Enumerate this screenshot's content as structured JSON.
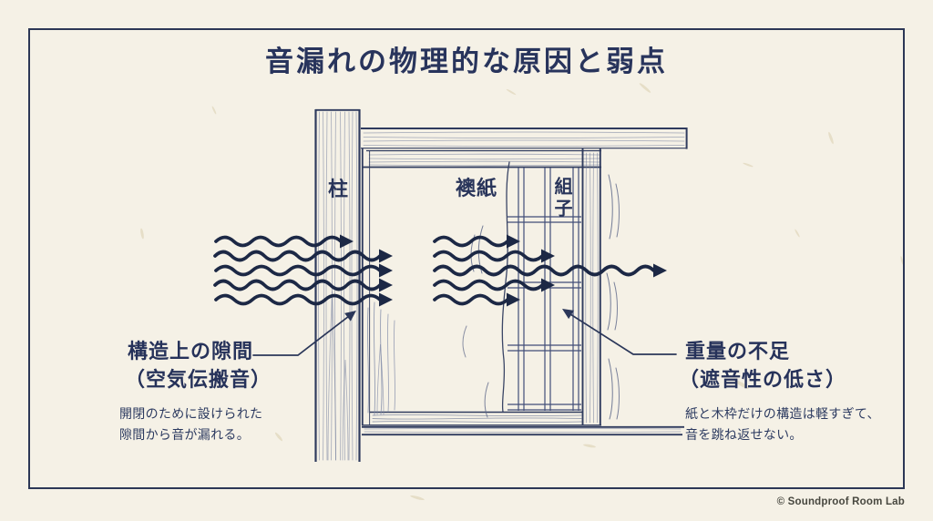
{
  "title": "音漏れの物理的な原因と弱点",
  "diagram": {
    "labels": {
      "pillar": "柱",
      "fusuma_paper": "襖紙",
      "kumiko": "組子"
    },
    "left_annotation": {
      "heading_line1": "構造上の隙間",
      "heading_line2": "（空気伝搬音）",
      "desc_line1": "開閉のために設けられた",
      "desc_line2": "隙間から音が漏れる。"
    },
    "right_annotation": {
      "heading_line1": "重量の不足",
      "heading_line2": "（遮音性の低さ）",
      "desc_line1": "紙と木枠だけの構造は軽すぎて、",
      "desc_line2": "音を跳ね返せない。"
    }
  },
  "footer": {
    "credit": "© Soundproof Room Lab"
  },
  "colors": {
    "background": "#f5f1e6",
    "border": "#2c3756",
    "ink": "#1c2845",
    "wood_line": "#2f3b5e",
    "grain": "#6a7697",
    "lattice": "#414e78",
    "pointer": "#2b3759",
    "credit_text": "#47473f"
  }
}
